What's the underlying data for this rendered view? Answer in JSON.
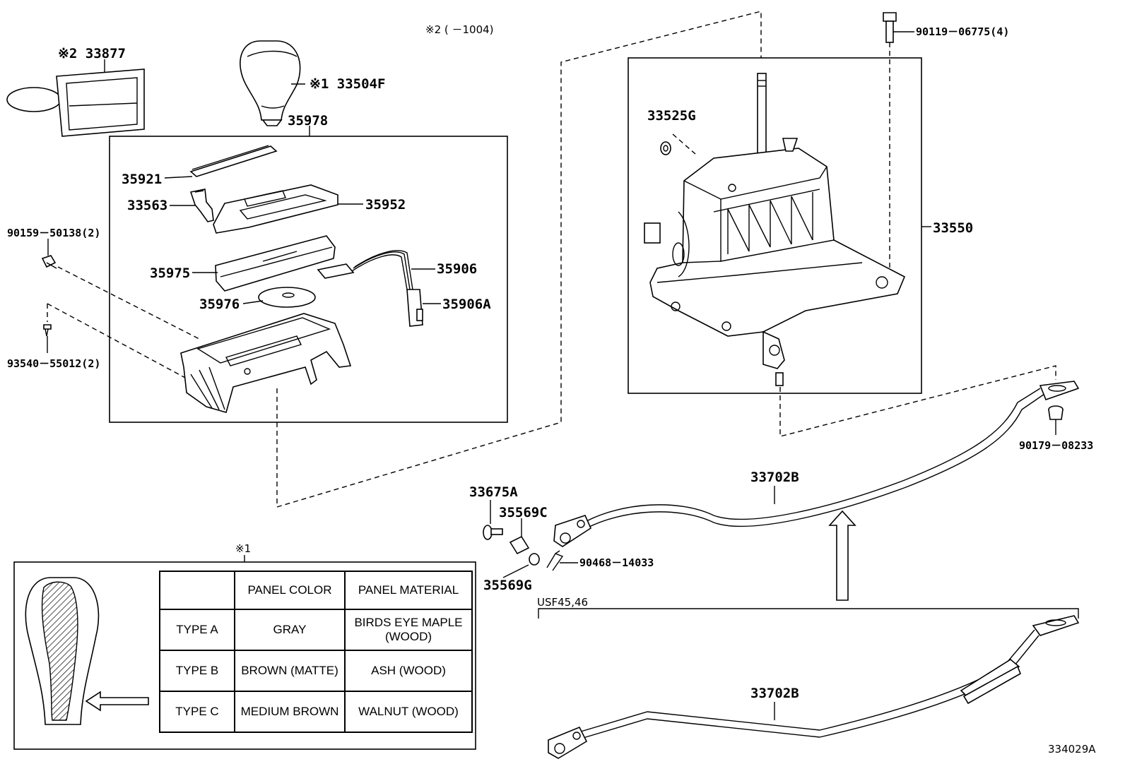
{
  "diagram_code": "334029A",
  "note_top": "※2 (        －1004)",
  "labels": {
    "p33877": "※2  33877",
    "p33504F": "※1  33504F",
    "p35978": "35978",
    "p35921": "35921",
    "p33563": "33563",
    "p35952": "35952",
    "p90159": "90159－50138(2)",
    "p35975": "35975",
    "p35906": "35906",
    "p35976": "35976",
    "p35906A": "35906A",
    "p93540": "93540－55012(2)",
    "p90119": "90119－06775(4)",
    "p33525G": "33525G",
    "p33550": "33550",
    "p90179": "90179－08233",
    "p33702B_upper": "33702B",
    "p33675A": "33675A",
    "p35569C": "35569C",
    "p90468": "90468－14033",
    "p35569G": "35569G",
    "usf_label": "USF45,46",
    "p33702B_lower": "33702B",
    "table_ref": "※1"
  },
  "table": {
    "headers": [
      "",
      "PANEL COLOR",
      "PANEL MATERIAL"
    ],
    "rows": [
      {
        "type": "TYPE A",
        "color": "GRAY",
        "material": "BIRDS EYE MAPLE (WOOD)"
      },
      {
        "type": "TYPE B",
        "color": "BROWN (MATTE)",
        "material": "ASH (WOOD)"
      },
      {
        "type": "TYPE C",
        "color": "MEDIUM BROWN",
        "material": "WALNUT (WOOD)"
      }
    ]
  }
}
